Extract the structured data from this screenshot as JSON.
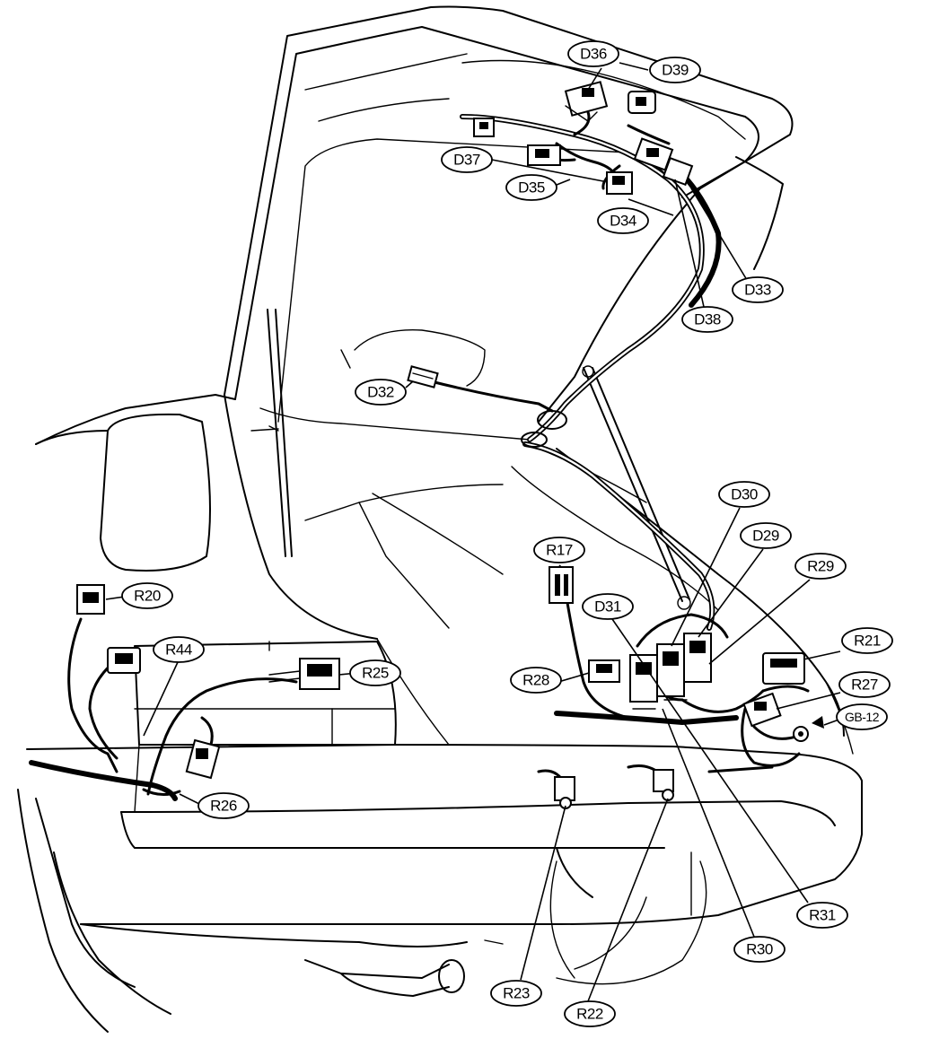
{
  "diagram": {
    "labels": {
      "D36": "D36",
      "D39": "D39",
      "D37": "D37",
      "D35": "D35",
      "D34": "D34",
      "D33": "D33",
      "D38": "D38",
      "D32": "D32",
      "D30": "D30",
      "D29": "D29",
      "R29": "R29",
      "R17": "R17",
      "D31": "D31",
      "R21": "R21",
      "R27": "R27",
      "GB12": "GB-12",
      "R20": "R20",
      "R44": "R44",
      "R25": "R25",
      "R28": "R28",
      "R26": "R26",
      "R31": "R31",
      "R30": "R30",
      "R23": "R23",
      "R22": "R22"
    }
  }
}
